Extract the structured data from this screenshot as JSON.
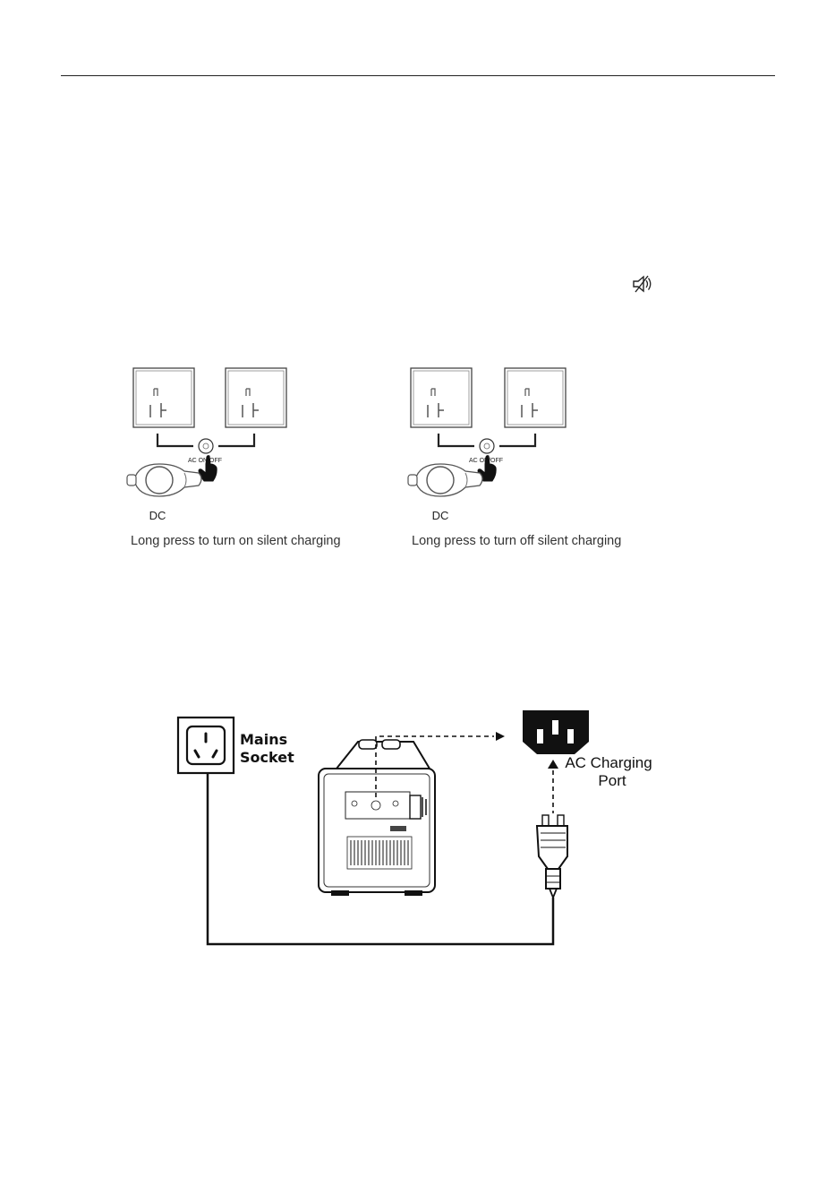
{
  "figure_silent_on": {
    "button_label": "AC ON/OFF",
    "port_label": "DC",
    "caption": "Long press to turn on silent charging"
  },
  "figure_silent_off": {
    "button_label": "AC ON/OFF",
    "port_label": "DC",
    "caption": "Long press to turn off silent charging"
  },
  "figure_ac_charging": {
    "mains_socket_line1": "Mains",
    "mains_socket_line2": "Socket",
    "ac_port_line1": "AC Charging",
    "ac_port_line2": "Port"
  },
  "icons": [
    "mute-speaker-icon",
    "ac-outlet-icon",
    "power-button-icon",
    "hand-pointer-icon",
    "dc-port-icon",
    "mains-socket-icon",
    "ac-inlet-icon",
    "power-plug-icon"
  ]
}
